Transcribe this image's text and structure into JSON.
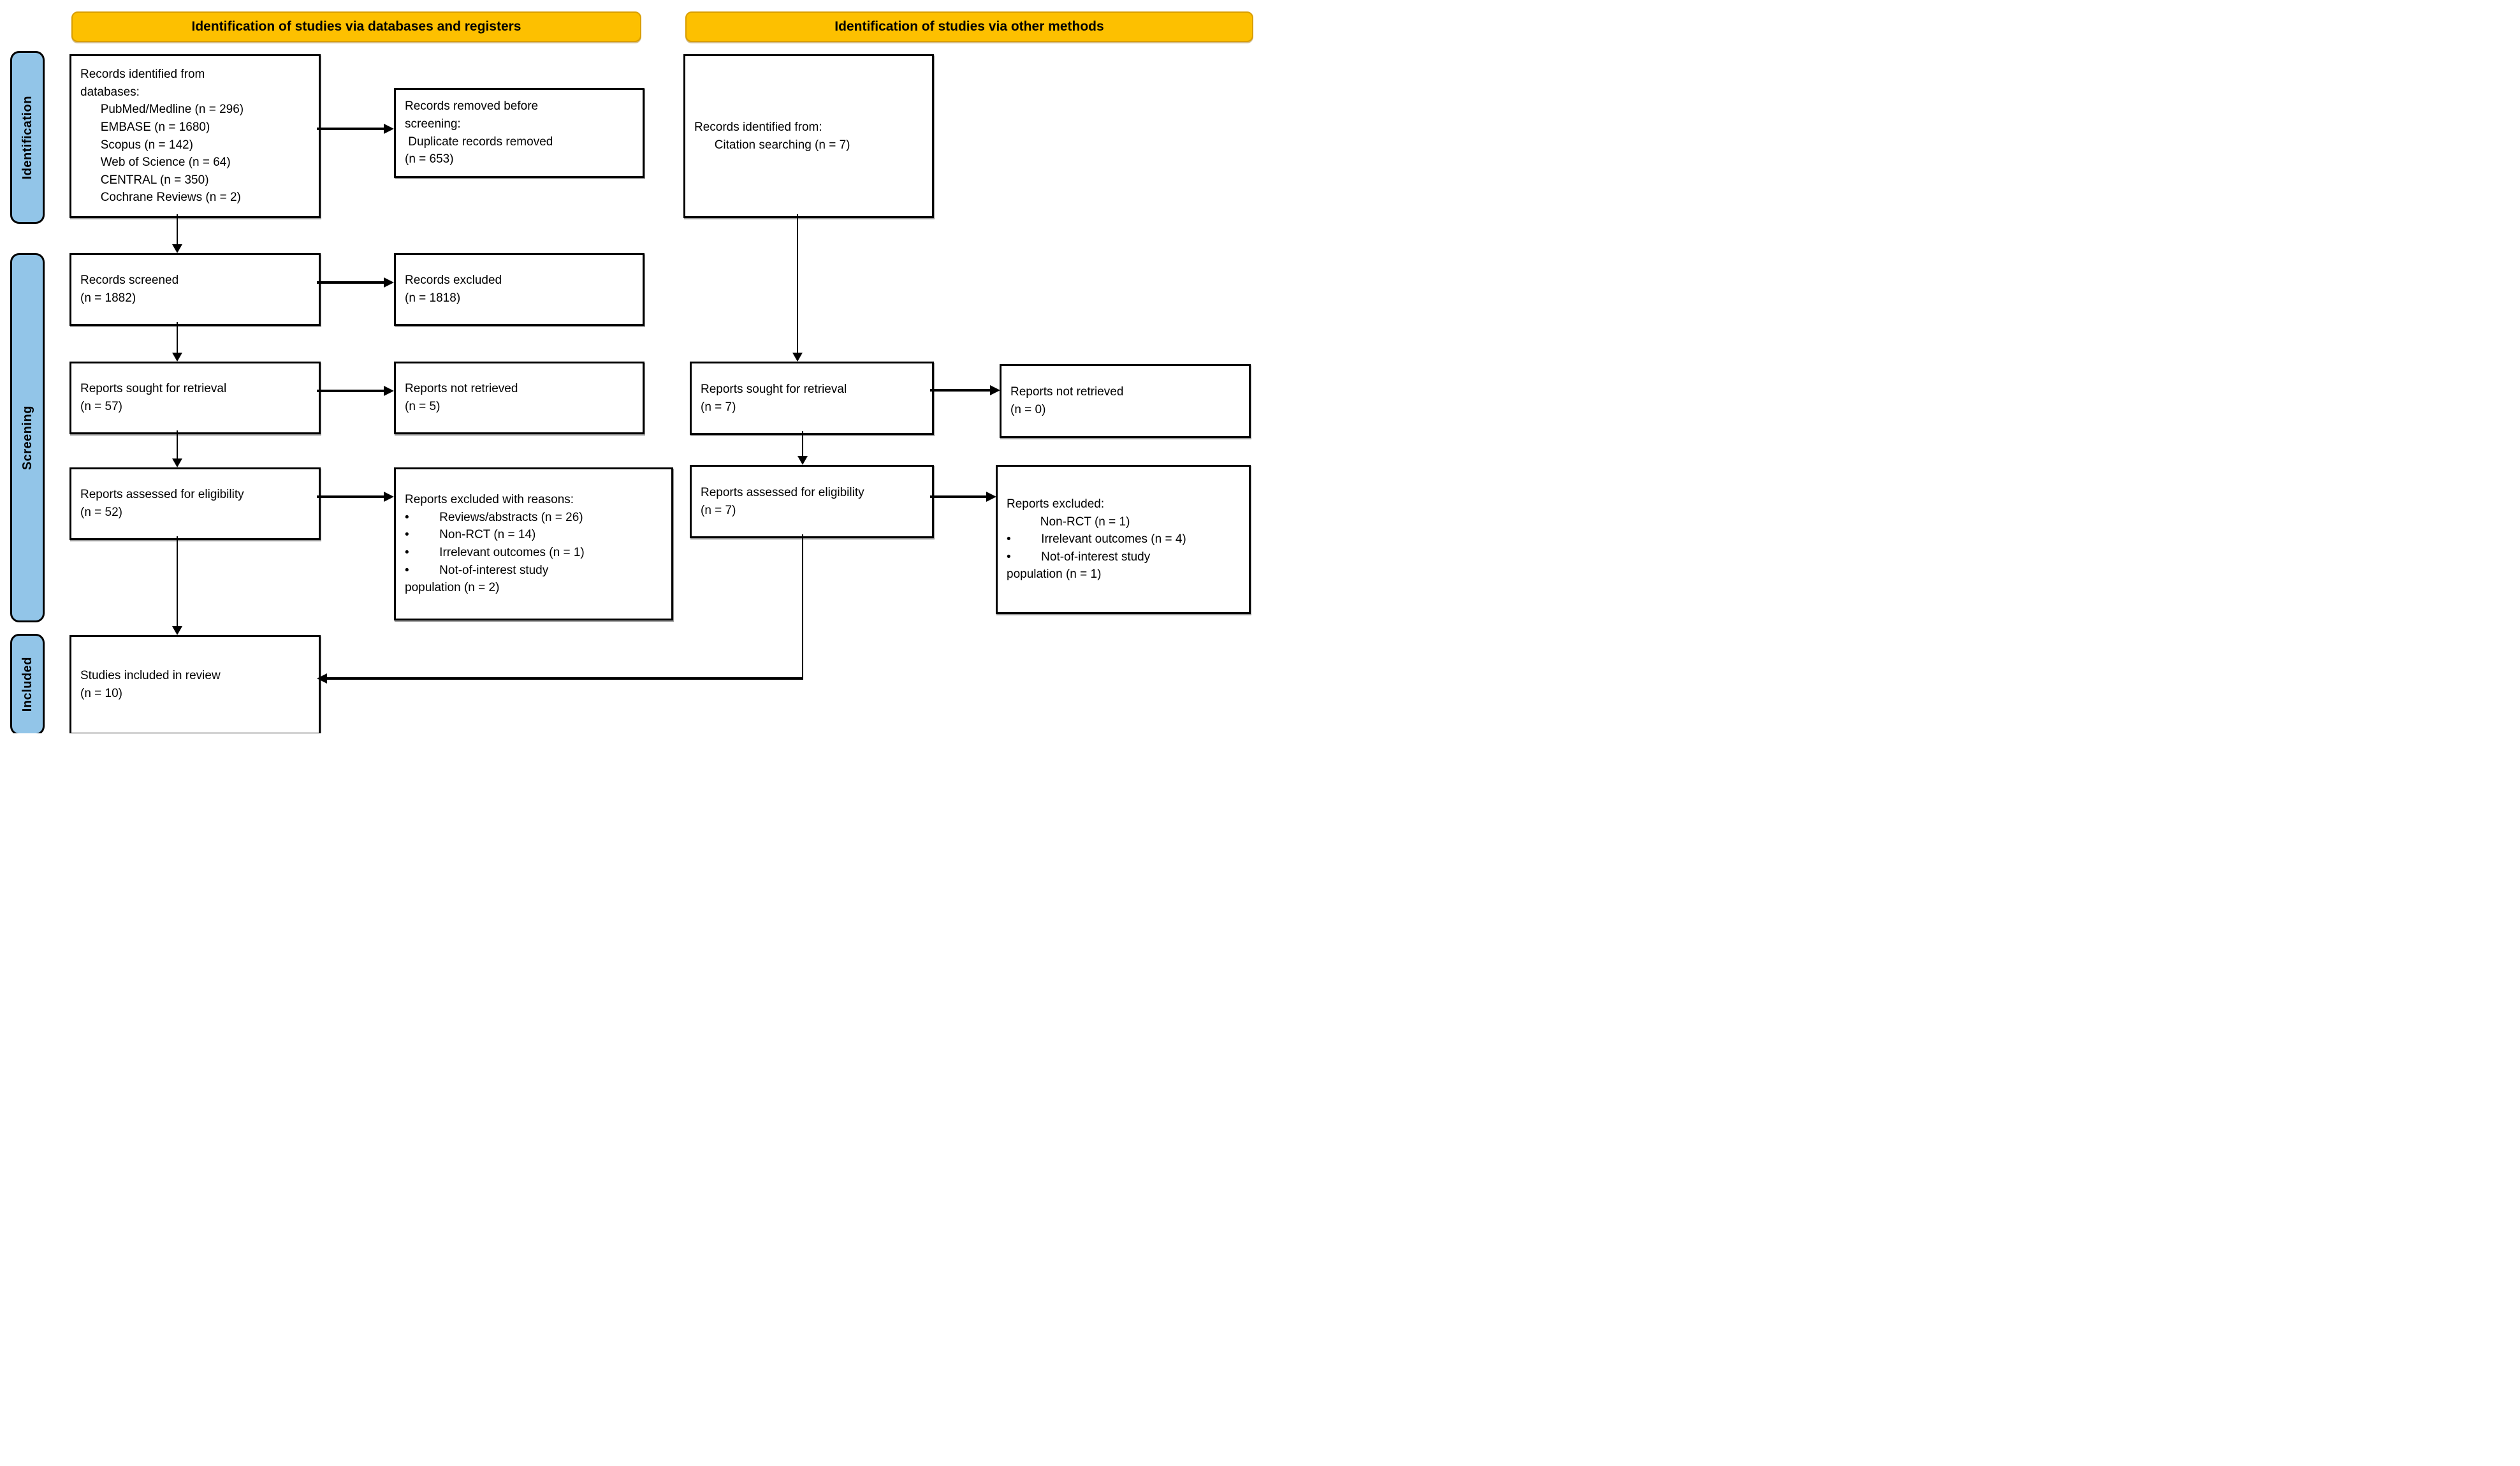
{
  "banners": {
    "left": "Identification of studies via databases and registers",
    "right": "Identification of studies via other methods"
  },
  "stages": {
    "identification": "Identification",
    "screening": "Screening",
    "included": "Included"
  },
  "boxes": {
    "db_identified": "Records identified from\ndatabases:\n      PubMed/Medline (n = 296)\n      EMBASE (n = 1680)\n      Scopus (n = 142)\n      Web of Science (n = 64)\n      CENTRAL (n = 350)\n      Cochrane Reviews (n = 2)",
    "removed_before_screening": "Records removed before\nscreening:\n Duplicate records removed\n(n = 653)",
    "records_screened": "Records screened\n(n = 1882)",
    "records_excluded": "Records excluded\n(n = 1818)",
    "reports_sought_db": "Reports sought for retrieval\n(n = 57)",
    "reports_not_retrieved_db": "Reports not retrieved\n(n = 5)",
    "reports_assessed_db": "Reports assessed for eligibility\n(n = 52)",
    "reports_excluded_db": "Reports excluded with reasons:\n•         Reviews/abstracts (n = 26)\n•         Non-RCT (n = 14)\n•         Irrelevant outcomes (n = 1)\n•         Not-of-interest study\npopulation (n = 2)",
    "citation_identified": "Records identified from:\n      Citation searching (n = 7)",
    "reports_sought_other": "Reports sought for retrieval\n(n = 7)",
    "reports_not_retrieved_other": "Reports not retrieved\n(n = 0)",
    "reports_assessed_other": "Reports assessed for eligibility\n(n = 7)",
    "reports_excluded_other": "Reports excluded:\n          Non-RCT (n = 1)\n•         Irrelevant outcomes (n = 4)\n•         Not-of-interest study\npopulation (n = 1)",
    "studies_included": "Studies included in review\n(n = 10)"
  },
  "colors": {
    "banner_bg": "#FDC000",
    "banner_border": "#D99E00",
    "stage_bg": "#92C5E8",
    "box_border": "#000000",
    "arrow": "#000000"
  }
}
